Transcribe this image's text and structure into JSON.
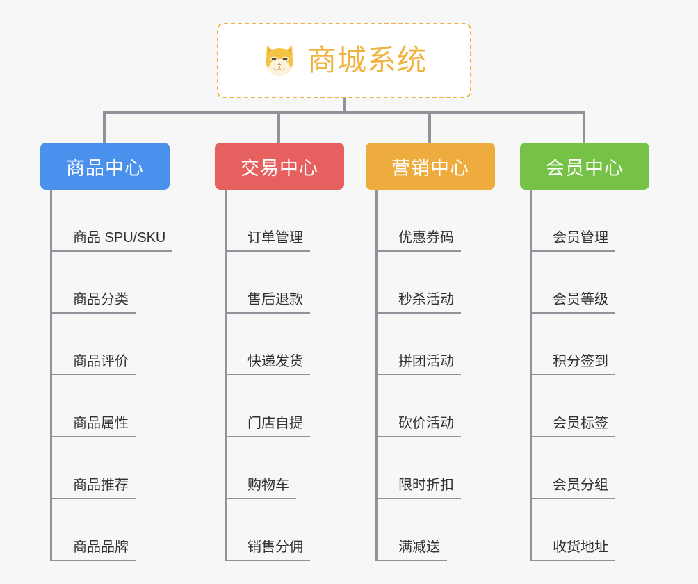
{
  "root": {
    "title": "商城系统",
    "icon": "shiba-dog-emoji",
    "border_color": "#eeb14a",
    "text_color": "#f0b340"
  },
  "page": {
    "background": "#f7f7f7",
    "connector_color": "#909399"
  },
  "columns": [
    {
      "title": "商品中心",
      "color": "#4a90ed",
      "items": [
        "商品 SPU/SKU",
        "商品分类",
        "商品评价",
        "商品属性",
        "商品推荐",
        "商品品牌"
      ]
    },
    {
      "title": "交易中心",
      "color": "#e76060",
      "items": [
        "订单管理",
        "售后退款",
        "快递发货",
        "门店自提",
        "购物车",
        "销售分佣"
      ]
    },
    {
      "title": "营销中心",
      "color": "#eeac3e",
      "items": [
        "优惠券码",
        "秒杀活动",
        "拼团活动",
        "砍价活动",
        "限时折扣",
        "满减送"
      ]
    },
    {
      "title": "会员中心",
      "color": "#76c246",
      "items": [
        "会员管理",
        "会员等级",
        "积分签到",
        "会员标签",
        "会员分组",
        "收货地址"
      ]
    }
  ]
}
